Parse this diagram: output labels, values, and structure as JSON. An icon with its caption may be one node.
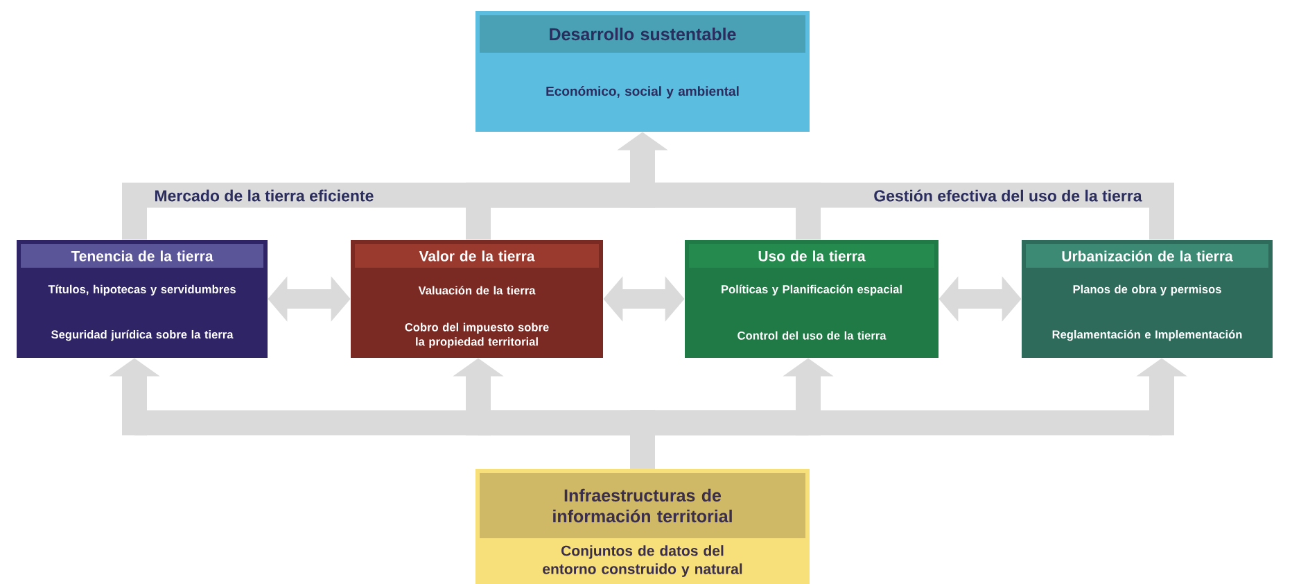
{
  "diagram": {
    "nodes": [
      {
        "text": [
          "Desarrollo sustentable",
          "Económico, social y ambiental"
        ]
      },
      {
        "text": [
          "Tenencia de la tierra",
          "Títulos, hipotecas y servidumbres",
          "Seguridad jurídica sobre la tierra"
        ]
      },
      {
        "text": [
          "Valor de la tierra",
          "Valuación de la tierra",
          "Cobro del impuesto sobre la propiedad territorial"
        ]
      },
      {
        "text": [
          "Uso de la tierra",
          "Políticas y Planificación espacial",
          "Control del uso de la tierra"
        ]
      },
      {
        "text": [
          "Urbanización de la tierra",
          "Planos de obra y permisos",
          "Reglamentación e Implementación"
        ]
      },
      {
        "text": [
          "Infraestructuras de información territorial",
          "Conjuntos de datos del entorno construido y natural"
        ]
      }
    ],
    "edges": [
      {
        "from": 1,
        "to": 0,
        "arrow": "to",
        "label": "Mercado de la tierra eficiente"
      },
      {
        "from": 2,
        "to": 0,
        "arrow": "to"
      },
      {
        "from": 3,
        "to": 0,
        "arrow": "to"
      },
      {
        "from": 4,
        "to": 0,
        "arrow": "to",
        "label": "Gestión efectiva del uso de la tierra"
      },
      {
        "from": 1,
        "to": 2,
        "arrow": "both"
      },
      {
        "from": 2,
        "to": 3,
        "arrow": "both"
      },
      {
        "from": 3,
        "to": 4,
        "arrow": "both"
      },
      {
        "from": 5,
        "to": 1,
        "arrow": "to"
      },
      {
        "from": 5,
        "to": 2,
        "arrow": "to"
      },
      {
        "from": 5,
        "to": 3,
        "arrow": "to"
      },
      {
        "from": 5,
        "to": 4,
        "arrow": "to"
      }
    ]
  }
}
